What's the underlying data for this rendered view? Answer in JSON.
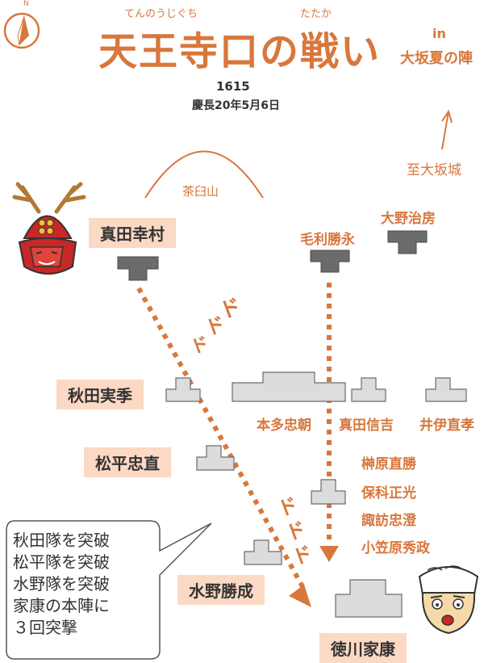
{
  "title": {
    "main": "天王寺口の戦い",
    "ruby_tennoujiguchi": "てんのうじぐち",
    "ruby_tatakai": "たたか",
    "in": "in",
    "subtitle": "大坂夏の陣",
    "year": "1615",
    "date": "慶長20年5月6日"
  },
  "compass": {
    "north": "N"
  },
  "places": {
    "hill": "茶臼山",
    "castle_direction": "至大坂城"
  },
  "commanders": {
    "sanada_yukimura": "真田幸村",
    "mori_katsunaga": "毛利勝永",
    "ono_harufusa": "大野治房",
    "akita_sanesue": "秋田実季",
    "matsudaira_tadanao": "松平忠直",
    "honda_tadatomo": "本多忠朝",
    "sanada_nobuyoshi": "真田信吉",
    "ii_naotaka": "井伊直孝",
    "sakakibara_yasukatsu": "榊原直勝",
    "hoshina_masamitsu": "保科正光",
    "suwa_tadasumi": "諏訪忠澄",
    "ogasawara_hidemasa": "小笠原秀政",
    "mizuno_katsunari": "水野勝成",
    "tokugawa_ieyasu": "徳川家康"
  },
  "effects": {
    "do": "ド"
  },
  "callout": {
    "lines": [
      "秋田隊を突破",
      "松平隊を突破",
      "水野隊を突破",
      "家康の本陣に",
      "３回突撃"
    ]
  },
  "colors": {
    "accent": "#d8773c",
    "label_bg": "#fbd9c4",
    "enemy_unit": "#6b6b6b",
    "ally_unit": "#dcdcdc"
  }
}
